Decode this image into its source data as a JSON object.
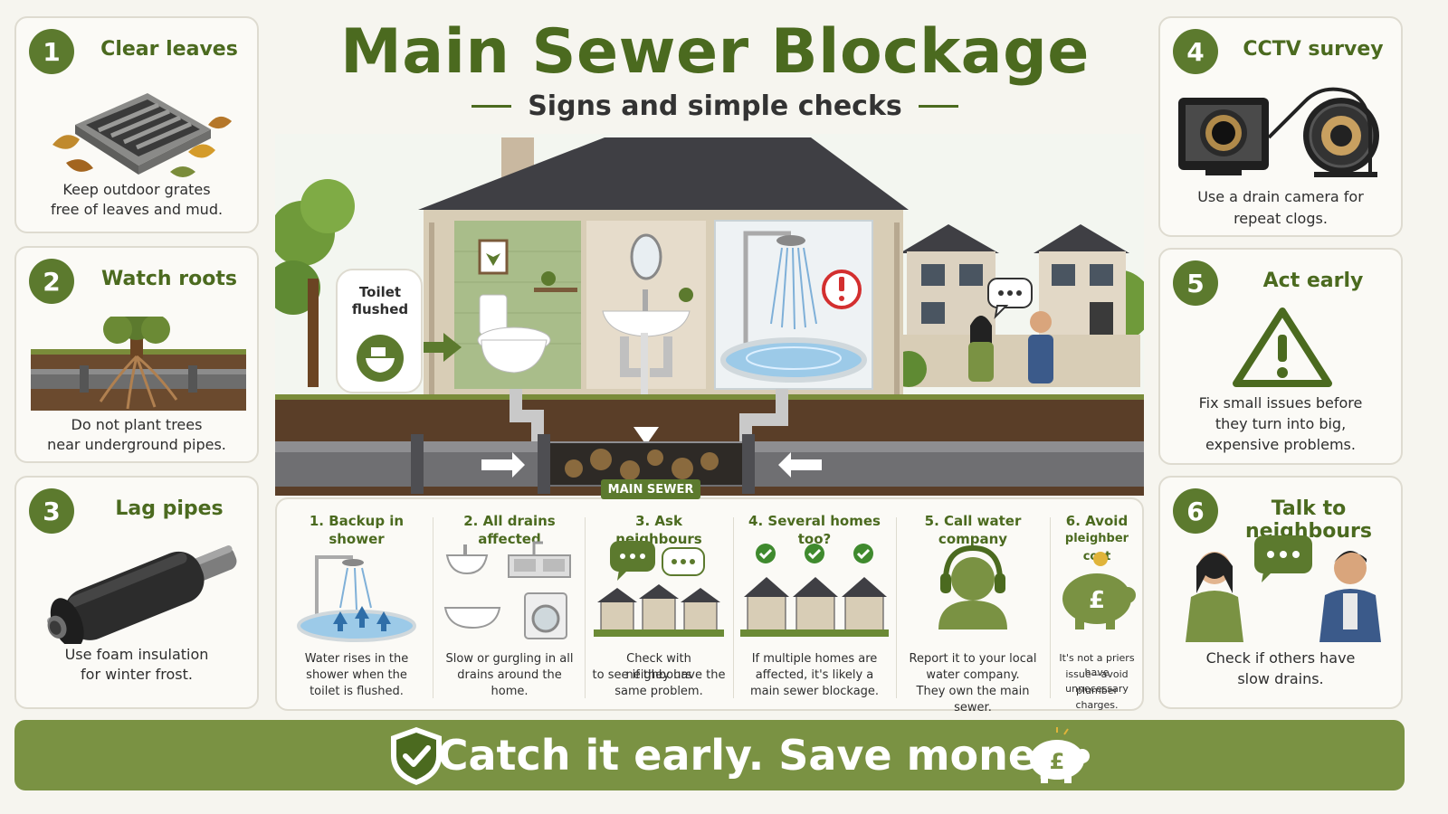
{
  "header": {
    "title": "Main Sewer Blockage",
    "subtitle": "Signs and simple checks"
  },
  "tips_left": [
    {
      "number": "1",
      "title": "Clear leaves",
      "text_line1": "Keep outdoor grates",
      "text_line2": "free of leaves and mud."
    },
    {
      "number": "2",
      "title": "Watch roots",
      "text_line1": "Do not plant trees",
      "text_line2": "near underground pipes."
    },
    {
      "number": "3",
      "title": "Lag pipes",
      "text_line1": "Use foam insulation",
      "text_line2": "for winter frost."
    }
  ],
  "tips_right": [
    {
      "number": "4",
      "title": "CCTV survey",
      "text_line1": "Use a drain camera for",
      "text_line2": "repeat clogs."
    },
    {
      "number": "5",
      "title": "Act early",
      "text_line1": "Fix small issues before",
      "text_line2": "they turn into big,",
      "text_line3": "expensive problems."
    },
    {
      "number": "6",
      "title": "Talk to neighbours",
      "text_line1": "Check if others have",
      "text_line2": "slow drains."
    }
  ],
  "scene": {
    "callout_line1": "Toilet",
    "callout_line2": "flushed",
    "sewer_label": "MAIN SEWER"
  },
  "steps": [
    {
      "title": "1. Backup in shower",
      "title2": "",
      "line1": "Water rises in the",
      "line2": "shower when the",
      "line3": "toilet is flushed."
    },
    {
      "title": "2. All drains affected",
      "title2": "",
      "line1": "Slow or gurgling in all",
      "line2": "drains around the home.",
      "line3": ""
    },
    {
      "title": "3. Ask neighbours",
      "title2": "",
      "line1": "Check with neighbours",
      "line2": "to see if they have the",
      "line3": "same problem."
    },
    {
      "title": "4. Several homes too?",
      "title2": "",
      "line1": "If multiple homes are",
      "line2": "affected, it's likely a",
      "line3": "main sewer blockage."
    },
    {
      "title": "5. Call water company",
      "title2": "",
      "line1": "Report it to your local",
      "line2": "water company.",
      "line3": "They own the main sewer."
    },
    {
      "title": "6. Avoid",
      "title2": "pleighber cost",
      "line1": "It's not a priers have",
      "line2": "issue—avoid unnecessary",
      "line3": "plumber charges."
    }
  ],
  "banner": {
    "text": "Catch it early. Save money."
  },
  "colors": {
    "accent_green": "#4b6a1f",
    "badge_green": "#5c7a2e",
    "banner_green": "#7a9243",
    "card_border": "#dedbd0",
    "alert_red": "#d32f2f"
  },
  "icons": [
    "grate-icon",
    "tree-roots-icon",
    "insulated-pipe-icon",
    "drain-camera-icon",
    "warning-icon",
    "neighbours-icon",
    "toilet-icon",
    "speech-bubble-icon",
    "headset-icon",
    "piggy-bank-icon",
    "shield-check-icon",
    "checkmark-icon"
  ]
}
